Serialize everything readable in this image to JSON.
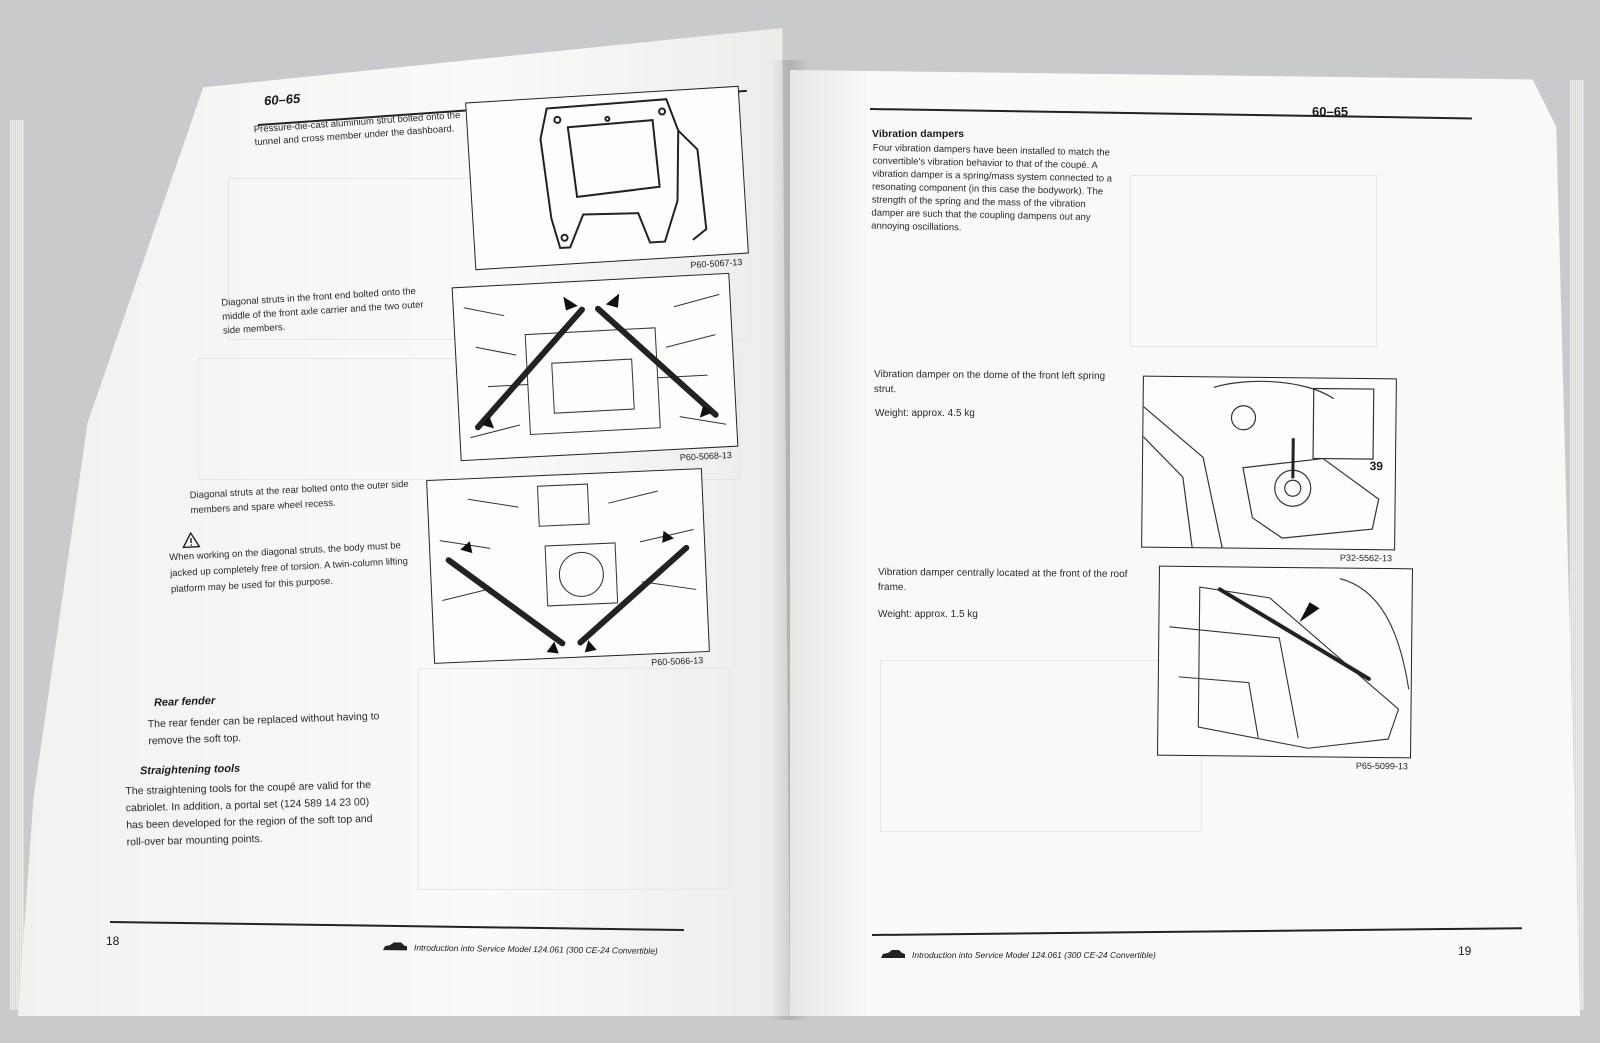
{
  "left_page": {
    "section": "60–65",
    "page_number": "18",
    "captions": {
      "strut": "Pressure-die-cast aluminium strut bolted onto the tunnel and cross member under the dashboard.",
      "front_struts": "Diagonal struts in the front end bolted onto the middle of the front axle carrier and the two outer side members.",
      "rear_struts": "Diagonal struts at the rear bolted onto the outer side members and spare wheel recess.",
      "warning": "When working on the diagonal struts, the body must be jacked up completely free of torsion. A twin-column lifting platform may be used for this purpose."
    },
    "figures": {
      "fig1": "P60-5067-13",
      "fig2": "P60-5068-13",
      "fig3": "P60-5066-13"
    },
    "rear_fender": {
      "heading": "Rear fender",
      "body": "The rear fender can be replaced without having to remove the soft top."
    },
    "straightening": {
      "heading": "Straightening tools",
      "body": "The straightening tools for the coupé are valid for the cabriolet. In addition, a portal set (124 589 14 23 00) has been developed for the region of the soft top and roll-over bar mounting points."
    },
    "footer": "Introduction into Service  Model 124.061 (300 CE-24 Convertible)"
  },
  "right_page": {
    "section": "60–65",
    "page_number": "19",
    "vibration": {
      "heading": "Vibration dampers",
      "body": "Four vibration dampers have been installed to match the convertible's vibration behavior to that of the coupé. A vibration damper is a spring/mass system connected to a resonating component (in this case the bodywork). The strength of the spring and the mass of the vibration damper are such that the coupling dampens out any annoying oscillations."
    },
    "front_damper": {
      "caption": "Vibration damper on the dome of the front left spring strut.",
      "weight": "Weight: approx. 4.5 kg",
      "figure": "P32-5562-13",
      "callout": "39"
    },
    "roof_damper": {
      "caption": "Vibration damper centrally located at the front of the roof frame.",
      "weight": "Weight: approx. 1.5 kg",
      "figure": "P65-5099-13"
    },
    "footer": "Introduction into Service  Model 124.061 (300 CE-24 Convertible)"
  }
}
